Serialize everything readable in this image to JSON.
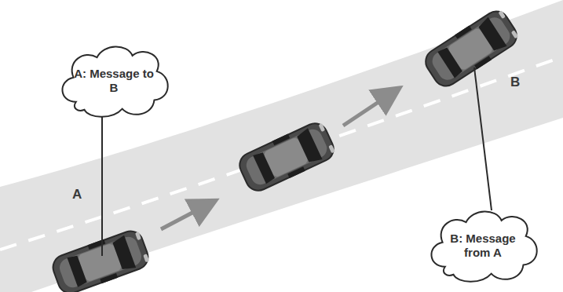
{
  "diagram": {
    "nodes": [
      {
        "text": [
          "A: Message to B"
        ]
      },
      {
        "text": [
          "B: Message from A"
        ]
      }
    ],
    "labels": [
      "A",
      "B"
    ]
  }
}
